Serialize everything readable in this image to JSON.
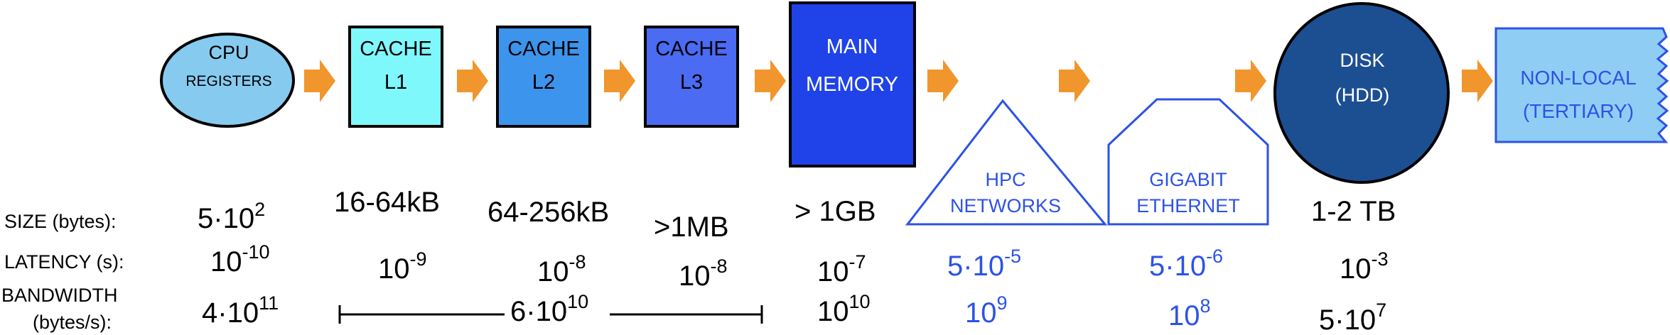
{
  "colors": {
    "arrow": "#f0962d",
    "network_blue": "#2d52e6",
    "text": "#000000",
    "node_stroke": "#000000"
  },
  "nodes": {
    "cpu": {
      "lines": [
        "CPU",
        "REGISTERS"
      ],
      "fill": "#86cbef",
      "text_color": "#000000"
    },
    "cache_l1": {
      "lines": [
        "CACHE",
        "L1"
      ],
      "fill": "#7ff8fb",
      "text_color": "#000000"
    },
    "cache_l2": {
      "lines": [
        "CACHE",
        "L2"
      ],
      "fill": "#3d94ec",
      "text_color": "#000000"
    },
    "cache_l3": {
      "lines": [
        "CACHE",
        "L3"
      ],
      "fill": "#4a6bf2",
      "text_color": "#000000"
    },
    "main_memory": {
      "lines": [
        "MAIN",
        "MEMORY"
      ],
      "fill": "#1f43e8",
      "text_color": "#ffffff"
    },
    "hpc_networks": {
      "lines": [
        "HPC",
        "NETWORKS"
      ],
      "text_color": "#2d52e6"
    },
    "gigabit_ethernet": {
      "lines": [
        "GIGABIT",
        "ETHERNET"
      ],
      "text_color": "#2d52e6"
    },
    "disk": {
      "lines": [
        "DISK",
        "(HDD)"
      ],
      "fill": "#1c4f92",
      "text_color": "#ffffff"
    },
    "non_local": {
      "lines": [
        "NON-LOCAL",
        "(TERTIARY)"
      ],
      "fill": "#8fcdf4",
      "text_color": "#2d52e6"
    }
  },
  "row_labels": {
    "size": "SIZE (bytes):",
    "latency": "LATENCY (s):",
    "bandwidth_line1": "BANDWIDTH",
    "bandwidth_line2": "(bytes/s):"
  },
  "size": {
    "cpu": {
      "base": "5·10",
      "exp": "2"
    },
    "l1": "16-64kB",
    "l2": "64-256kB",
    "l3": ">1MB",
    "main": "> 1GB",
    "disk": "1-2 TB"
  },
  "latency": {
    "cpu": {
      "base": "10",
      "exp": "-10"
    },
    "l1": {
      "base": "10",
      "exp": "-9"
    },
    "l2": {
      "base": "10",
      "exp": "-8"
    },
    "l3": {
      "base": "10",
      "exp": "-8"
    },
    "main": {
      "base": "10",
      "exp": "-7"
    },
    "hpc": {
      "base": "5·10",
      "exp": "-5"
    },
    "ethernet": {
      "base": "5·10",
      "exp": "-6"
    },
    "disk": {
      "base": "10",
      "exp": "-3"
    }
  },
  "bandwidth": {
    "cpu": {
      "base": "4·10",
      "exp": "11"
    },
    "caches": {
      "base": "6·10",
      "exp": "10"
    },
    "main": {
      "base": "10",
      "exp": "10"
    },
    "hpc": {
      "base": "10",
      "exp": "9"
    },
    "ethernet": {
      "base": "10",
      "exp": "8"
    },
    "disk": {
      "base": "5·10",
      "exp": "7"
    }
  }
}
